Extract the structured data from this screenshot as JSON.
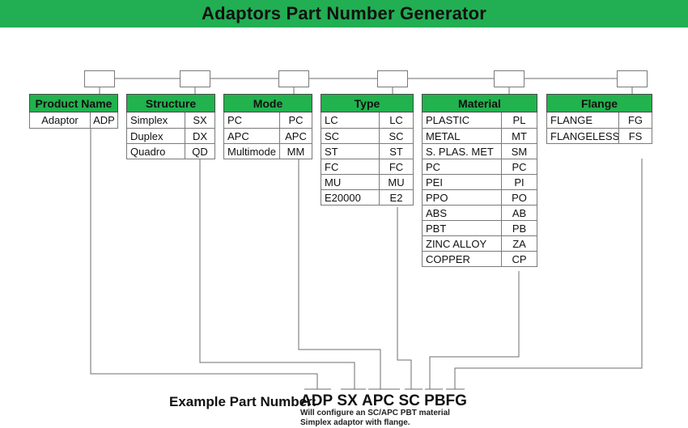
{
  "header": {
    "title": "Adaptors Part Number Generator",
    "bg_color": "#22ae52"
  },
  "top_boxes": [
    {
      "label": ""
    },
    {
      "label": ""
    },
    {
      "label": ""
    },
    {
      "label": ""
    },
    {
      "label": ""
    },
    {
      "label": ""
    }
  ],
  "columns": [
    {
      "title": "Product Name",
      "header_color": "#22b24e",
      "rows": [
        {
          "name": "Adaptor",
          "code": "ADP"
        }
      ]
    },
    {
      "title": "Structure",
      "header_color": "#22b24e",
      "rows": [
        {
          "name": "Simplex",
          "code": "SX"
        },
        {
          "name": "Duplex",
          "code": "DX"
        },
        {
          "name": "Quadro",
          "code": "QD"
        }
      ]
    },
    {
      "title": "Mode",
      "header_color": "#22b24e",
      "rows": [
        {
          "name": "PC",
          "code": "PC"
        },
        {
          "name": "APC",
          "code": "APC"
        },
        {
          "name": "Multimode",
          "code": "MM"
        }
      ]
    },
    {
      "title": "Type",
      "header_color": "#22b24e",
      "rows": [
        {
          "name": "LC",
          "code": "LC"
        },
        {
          "name": "SC",
          "code": "SC"
        },
        {
          "name": "ST",
          "code": "ST"
        },
        {
          "name": "FC",
          "code": "FC"
        },
        {
          "name": "MU",
          "code": "MU"
        },
        {
          "name": "E20000",
          "code": "E2"
        }
      ]
    },
    {
      "title": "Material",
      "header_color": "#22b24e",
      "rows": [
        {
          "name": "PLASTIC",
          "code": "PL"
        },
        {
          "name": "METAL",
          "code": "MT"
        },
        {
          "name": "S. PLAS. MET",
          "code": "SM"
        },
        {
          "name": "PC",
          "code": "PC"
        },
        {
          "name": "PEI",
          "code": "PI"
        },
        {
          "name": "PPO",
          "code": "PO"
        },
        {
          "name": "ABS",
          "code": "AB"
        },
        {
          "name": "PBT",
          "code": "PB"
        },
        {
          "name": "ZINC ALLOY",
          "code": "ZA"
        },
        {
          "name": "COPPER",
          "code": "CP"
        }
      ]
    },
    {
      "title": "Flange",
      "header_color": "#22b24e",
      "rows": [
        {
          "name": "FLANGE",
          "code": "FG"
        },
        {
          "name": "FLANGELESS",
          "code": "FS"
        }
      ]
    }
  ],
  "example": {
    "label": "Example Part Number:",
    "segments": [
      "ADP",
      "SX",
      "APC",
      "SC",
      "PB",
      "FG"
    ],
    "code": "ADP SX APC SC PB FG",
    "note_line1": "Will configure an SC/APC PBT material",
    "note_line2": "Simplex adaptor with flange."
  },
  "style": {
    "line_color": "#6e6e6e",
    "border_color": "#7a7a7a"
  }
}
